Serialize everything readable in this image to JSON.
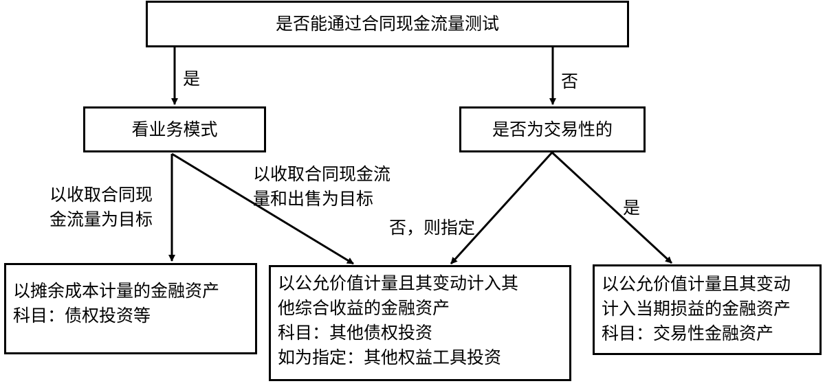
{
  "nodes": {
    "root": "是否能通过合同现金流量测试",
    "business_model": "看业务模式",
    "trading": "是否为交易性的",
    "amortized_cost": {
      "line1": "以摊余成本计量的金融资产",
      "line2": "科目：债权投资等"
    },
    "fvoci": {
      "line1": "以公允价值计量且其变动计入其",
      "line2": "他综合收益的金融资产",
      "line3": "科目：其他债权投资",
      "line4": "如为指定：其他权益工具投资"
    },
    "fvtpl": {
      "line1": "以公允价值计量且其变动",
      "line2": "计入当期损益的金融资产",
      "line3": "科目：交易性金融资产"
    }
  },
  "edges": {
    "root_yes": "是",
    "root_no": "否",
    "collect_line1": "以收取合同现",
    "collect_line2": "金流量为目标",
    "collect_sell_line1": "以收取合同现金流",
    "collect_sell_line2": "量和出售为目标",
    "no_designate": "否，则指定",
    "trading_yes": "是"
  }
}
